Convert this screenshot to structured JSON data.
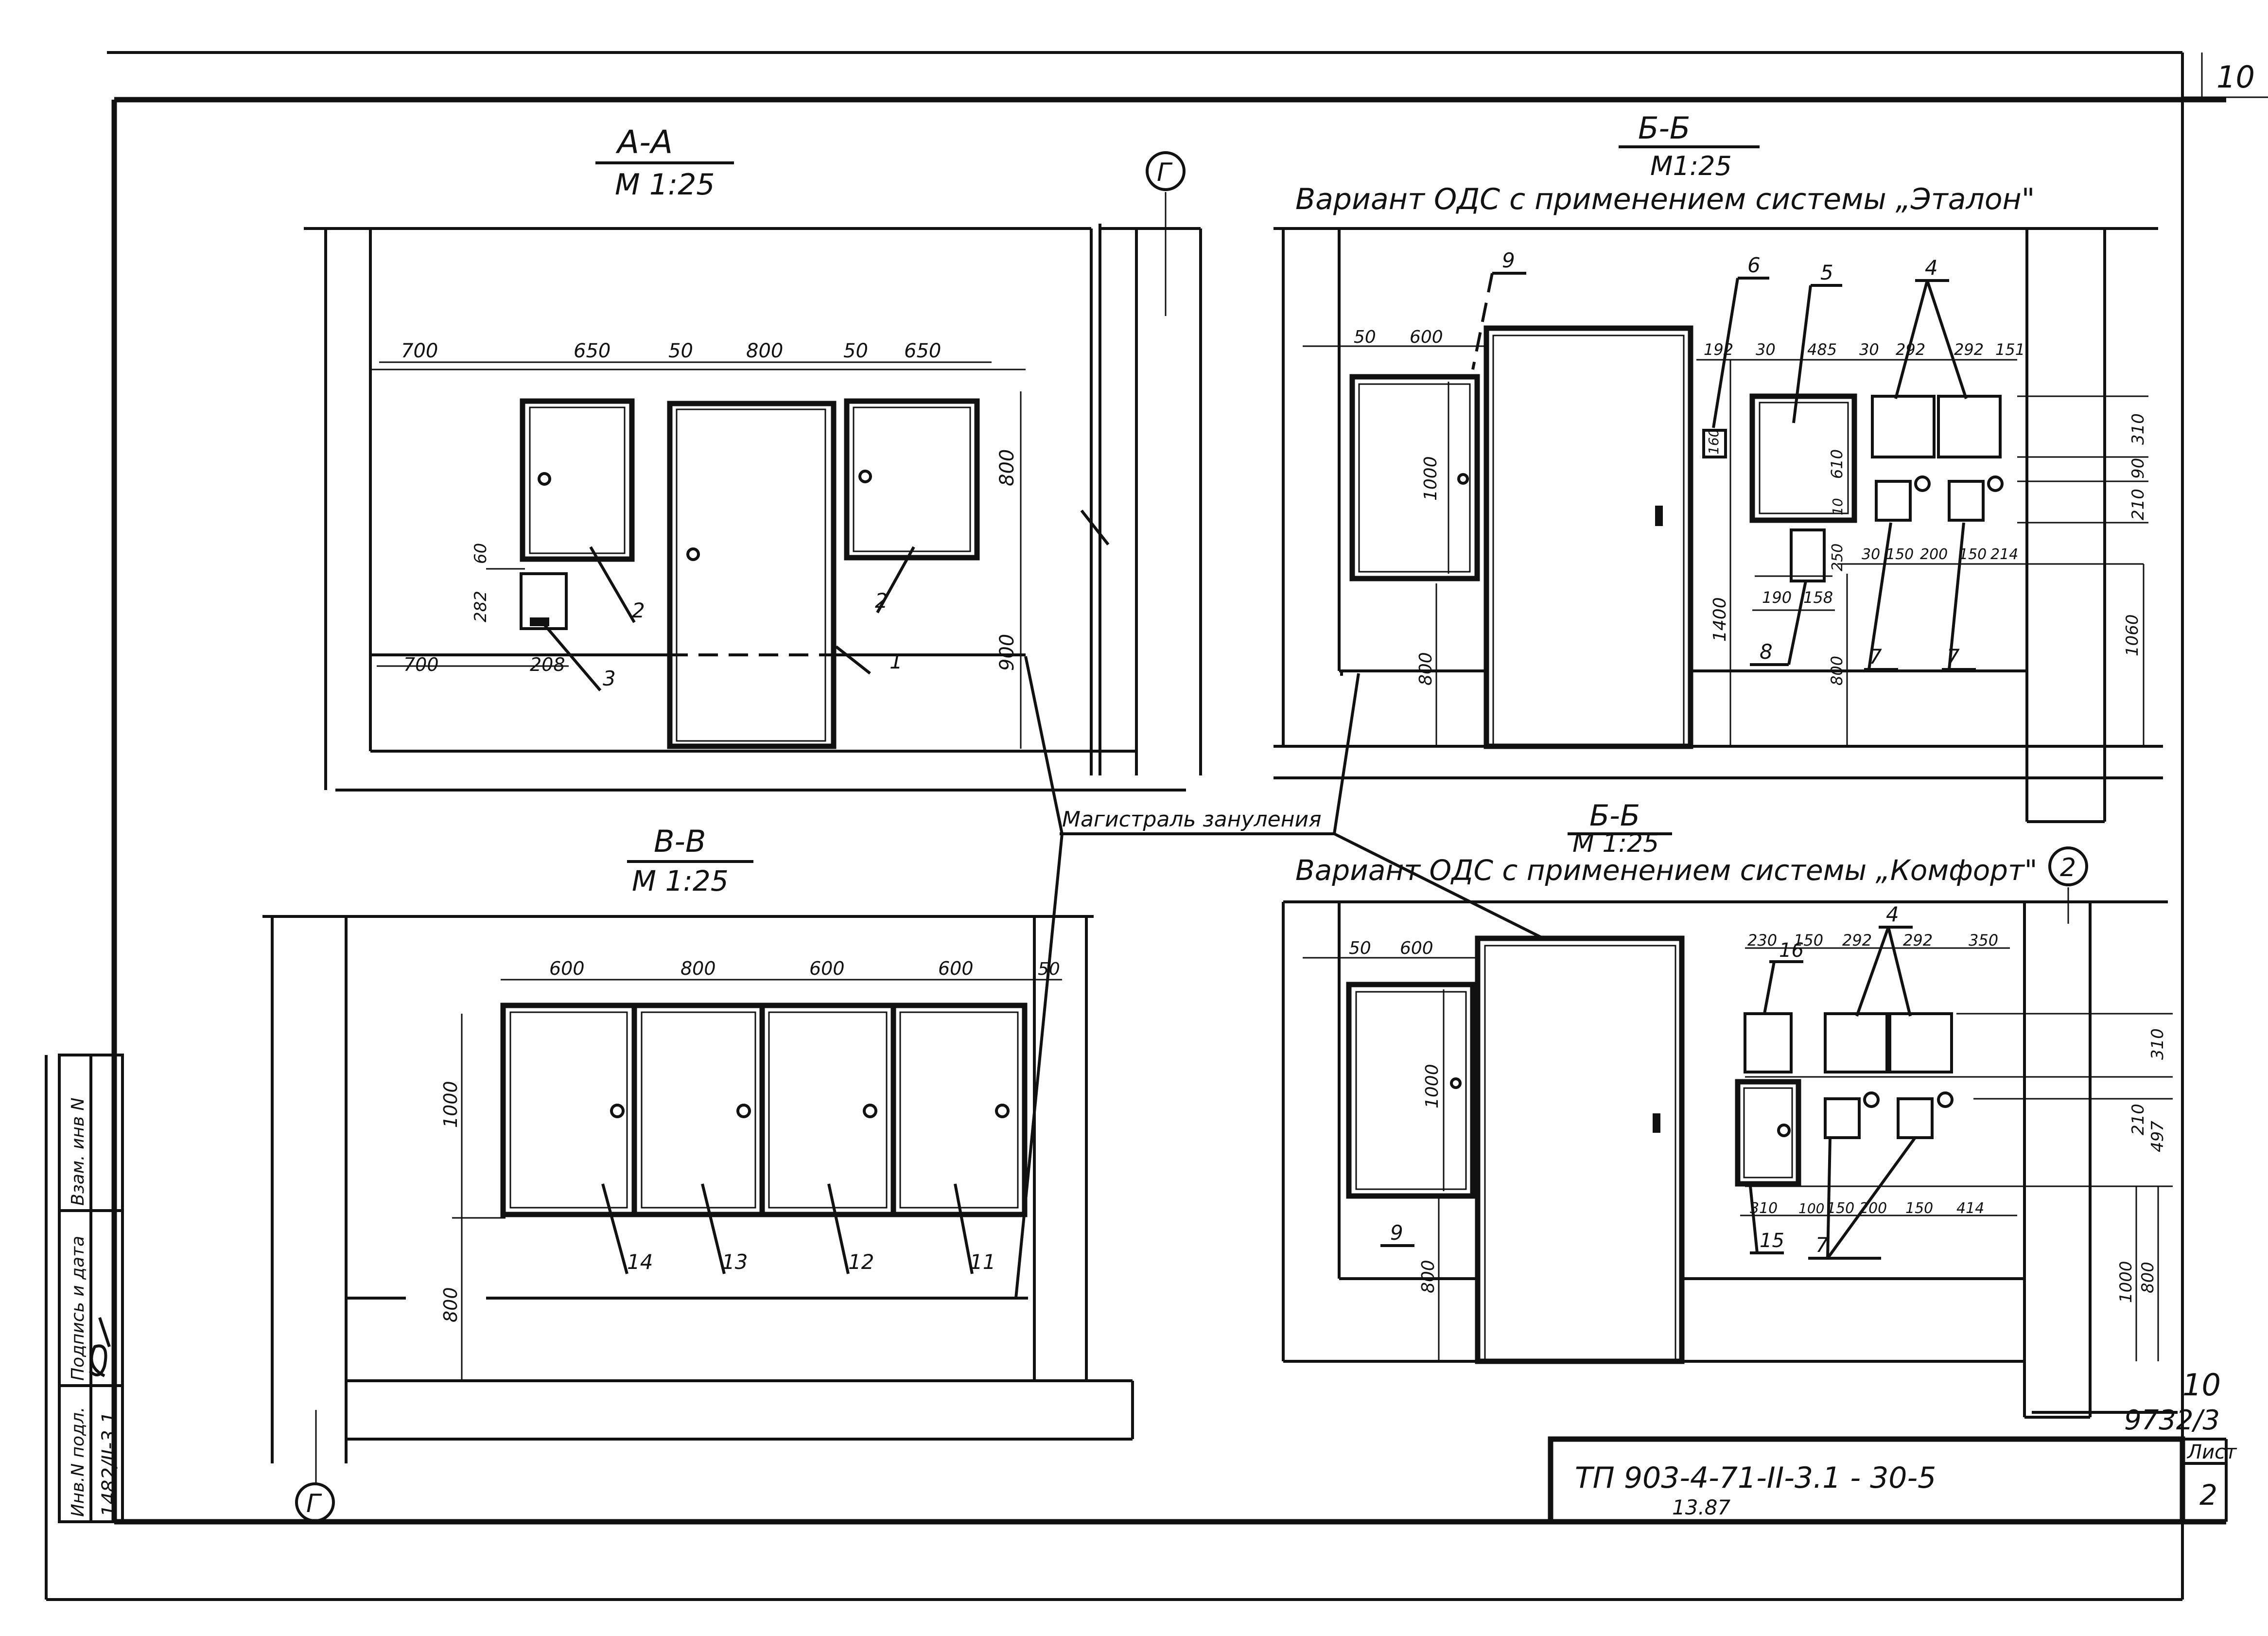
{
  "sheet": {
    "page_corner": "10",
    "sheet_number_label": "Лист",
    "sheet_number": "2",
    "designation": "ТП   903-4-71-II-3.1 - 30-5",
    "date_code": "13.87",
    "handwritten_10": "10",
    "archive_code": "9732/3"
  },
  "side_stamp": {
    "col1_header": "Инв.N подл.",
    "col1_value": "1482/II-3.1",
    "col2_header": "Подпись и дата",
    "col3_header": "Взам. инв N"
  },
  "axes": {
    "g_top": "Г",
    "g_bottom": "Г",
    "two": "2"
  },
  "section_aa": {
    "title": "А-А",
    "scale": "М 1:25",
    "dims_top": [
      "700",
      "650",
      "50",
      "800",
      "50",
      "650"
    ],
    "dim_800": "800",
    "dim_900": "900",
    "dim_60": "60",
    "dim_282": "282",
    "dim_700": "700",
    "dim_208": "208",
    "callouts": [
      "2",
      "2",
      "3",
      "1"
    ]
  },
  "section_bb1": {
    "title": "Б-Б",
    "scale": "М1:25",
    "subtitle": "Вариант ОДС с применением системы „Эталон\"",
    "dims_top_left": [
      "50",
      "600"
    ],
    "dims_top_right": [
      "192",
      "30",
      "485",
      "30",
      "292",
      "292",
      "151"
    ],
    "dim_1000": "1000",
    "dim_800": "800",
    "dim_1400": "1400",
    "dim_160": "160",
    "dim_610": "610",
    "dim_10": "10",
    "dim_250": "250",
    "dims_low": [
      "190",
      "158"
    ],
    "dims_mid": [
      "30",
      "150",
      "200",
      "150",
      "214"
    ],
    "dims_right": [
      "310",
      "90",
      "210",
      "1060"
    ],
    "dim_800b": "800",
    "callouts": {
      "c9": "9",
      "c6": "6",
      "c5": "5",
      "c4": "4",
      "c8": "8",
      "c7a": "7",
      "c7b": "7"
    }
  },
  "section_vv": {
    "title": "В-В",
    "scale": "М 1:25",
    "dims_top": [
      "600",
      "800",
      "600",
      "600",
      "50"
    ],
    "dim_1000": "1000",
    "dim_800": "800",
    "callouts": [
      "14",
      "13",
      "12",
      "11"
    ]
  },
  "zeroing_label": "Магистраль зануления",
  "section_bb2": {
    "title": "Б-Б",
    "scale": "М 1:25",
    "subtitle": "Вариант ОДС с применением системы „Комфорт\"",
    "dims_top_left": [
      "50",
      "600"
    ],
    "dims_top_right": [
      "230",
      "150",
      "292",
      "292",
      "350"
    ],
    "dim_1000": "1000",
    "dim_800": "800",
    "dims_right": [
      "310",
      "210",
      "497",
      "1000",
      "800"
    ],
    "dims_low": [
      "310",
      "100",
      "150",
      "200",
      "150",
      "414"
    ],
    "callouts": {
      "c16": "16",
      "c4": "4",
      "c9": "9",
      "c15": "15",
      "c7": "7"
    }
  }
}
